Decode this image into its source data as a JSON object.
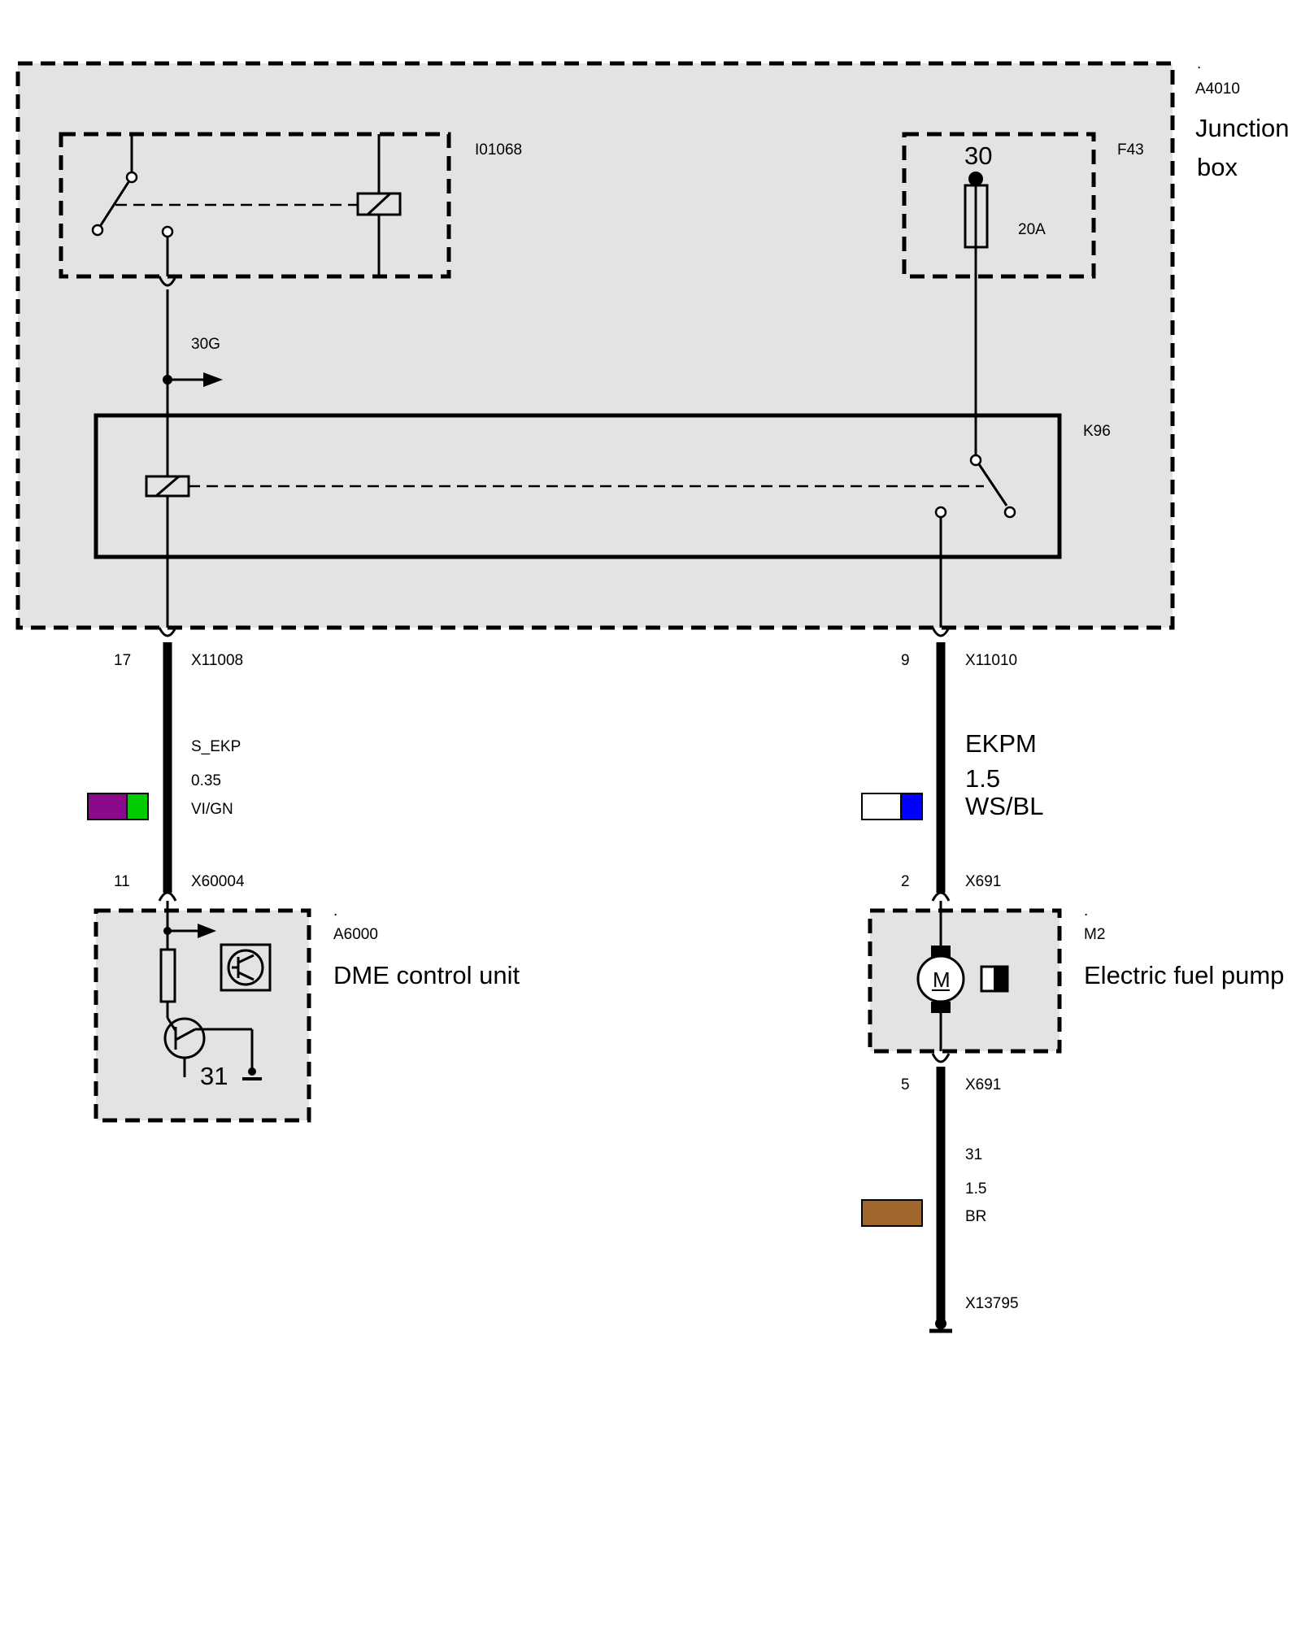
{
  "modules": {
    "junction_box": {
      "id": "A4010",
      "dot": ".",
      "title_line1": "Junction",
      "title_line2": "box"
    },
    "relay_i01068": {
      "id": "I01068"
    },
    "fuse_f43": {
      "id": "F43",
      "terminal": "30",
      "rating": "20A"
    },
    "relay_k96": {
      "id": "K96"
    },
    "dme": {
      "id": "A6000",
      "dot": ".",
      "title": "DME control unit",
      "ground_label": "31"
    },
    "pump": {
      "id": "M2",
      "dot": ".",
      "title": "Electric fuel pump",
      "motor_symbol": "M"
    }
  },
  "nets": {
    "terminal_30g": "30G"
  },
  "connectors": {
    "left_top": {
      "pin": "17",
      "id": "X11008"
    },
    "left_bottom": {
      "pin": "11",
      "id": "X60004"
    },
    "right_top": {
      "pin": "9",
      "id": "X11010"
    },
    "right_mid": {
      "pin": "2",
      "id": "X691"
    },
    "right_bottom": {
      "pin": "5",
      "id": "X691"
    },
    "ground_point": {
      "id": "X13795"
    }
  },
  "wires": {
    "s_ekp": {
      "signal": "S_EKP",
      "gauge": "0.35",
      "color_code": "VI/GN",
      "colors": [
        "#8b0a8b",
        "#00cc00"
      ]
    },
    "ekpm": {
      "signal": "EKPM",
      "gauge": "1.5",
      "color_code": "WS/BL",
      "colors": [
        "#ffffff",
        "#0000ff"
      ]
    },
    "ground": {
      "signal": "31",
      "gauge": "1.5",
      "color_code": "BR",
      "colors": [
        "#a0672c"
      ]
    }
  }
}
